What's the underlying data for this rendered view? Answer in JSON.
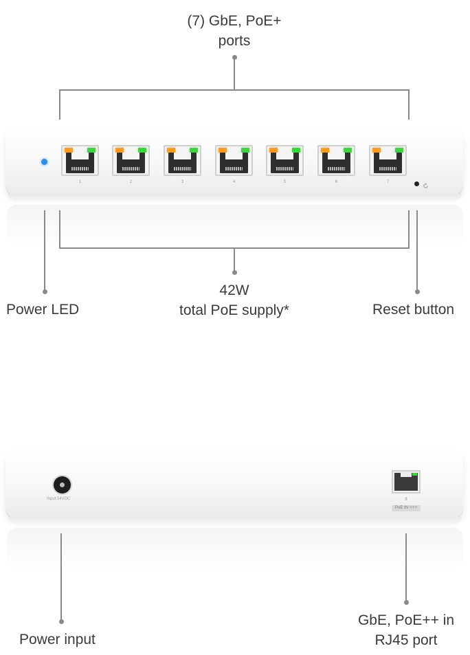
{
  "top_title": {
    "line1": "(7) GbE, PoE+",
    "line2": "ports"
  },
  "power_led_label": "Power LED",
  "poe_supply": {
    "line1": "42W",
    "line2": "total PoE supply*"
  },
  "reset_label": "Reset button",
  "power_input_label": "Power input",
  "uplink_label": {
    "line1": "GbE, PoE++ in",
    "line2": "RJ45 port"
  },
  "port_numbers": [
    "1",
    "2",
    "3",
    "4",
    "5",
    "6",
    "7"
  ],
  "rear_input_text": "Input 54VDC",
  "rear_port_number": "8",
  "rear_port_tag": "PoE IN ⚡++",
  "colors": {
    "power_led": "#2f8ce8",
    "poe_led_orange": "#ff9a1a",
    "link_led_green": "#3ed43e"
  }
}
